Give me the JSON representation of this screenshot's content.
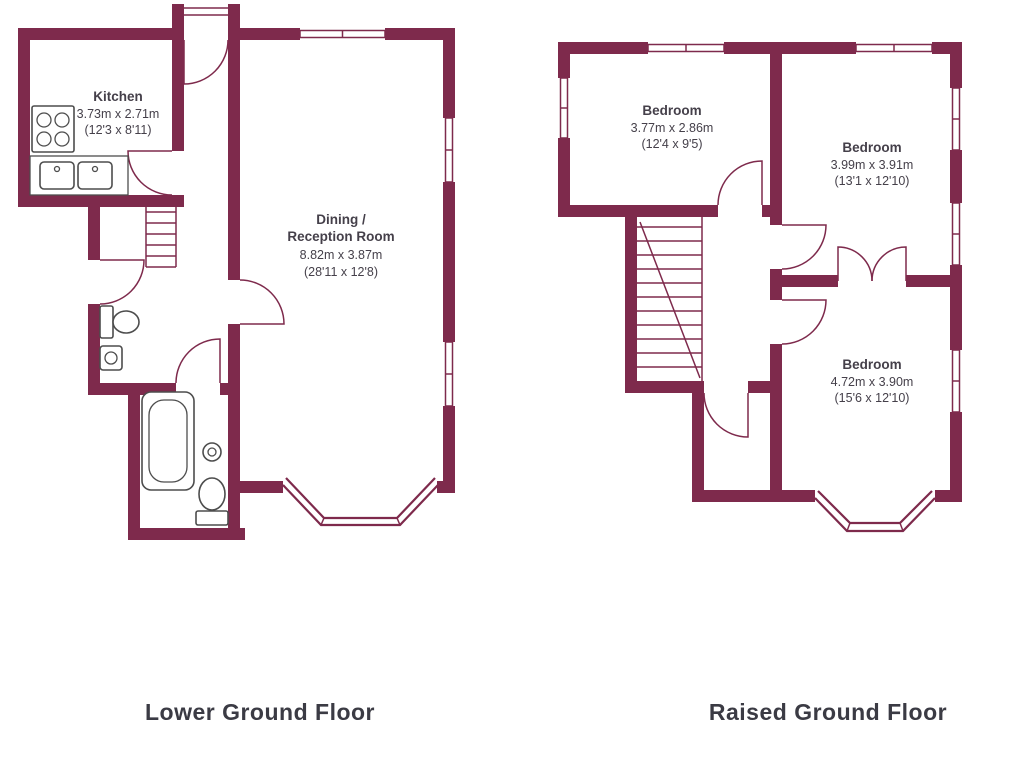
{
  "colors": {
    "wall": "#7e2a4c",
    "fixture": "#4d4d4d",
    "label": "#45404a",
    "title": "#3b3b44"
  },
  "floors": [
    {
      "id": "lower-ground",
      "title": "Lower Ground Floor",
      "rooms": [
        {
          "name_lines": [
            "Kitchen"
          ],
          "dims_metric": "3.73m x 2.71m",
          "dims_imperial": "(12'3 x 8'11)"
        },
        {
          "name_lines": [
            "Dining /",
            "Reception Room"
          ],
          "dims_metric": "8.82m x 3.87m",
          "dims_imperial": "(28'11 x 12'8)"
        }
      ]
    },
    {
      "id": "raised-ground",
      "title": "Raised Ground Floor",
      "rooms": [
        {
          "name_lines": [
            "Bedroom"
          ],
          "dims_metric": "3.77m x 2.86m",
          "dims_imperial": "(12'4 x 9'5)"
        },
        {
          "name_lines": [
            "Bedroom"
          ],
          "dims_metric": "3.99m x 3.91m",
          "dims_imperial": "(13'1 x 12'10)"
        },
        {
          "name_lines": [
            "Bedroom"
          ],
          "dims_metric": "4.72m x 3.90m",
          "dims_imperial": "(15'6 x 12'10)"
        }
      ]
    }
  ]
}
